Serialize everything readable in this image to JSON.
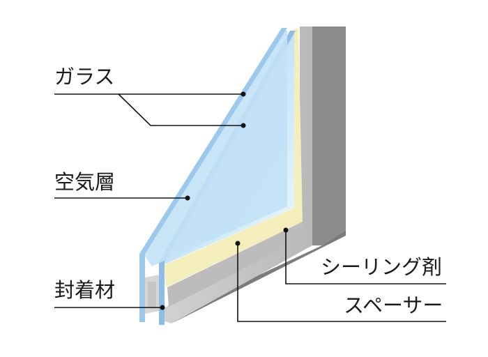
{
  "labels": {
    "glass": "ガラス",
    "air_layer": "空気層",
    "sealant": "封着材",
    "sealing_agent": "シーリング剤",
    "spacer": "スペーサー"
  },
  "colors": {
    "glass_face": "#b9dcf2",
    "glass_edge": "#8fbde6",
    "spacer_yellow": "#f4eebc",
    "frame_gray": "#c5c5c5",
    "frame_dark": "#8b8b8b",
    "leader_line": "#111111"
  }
}
